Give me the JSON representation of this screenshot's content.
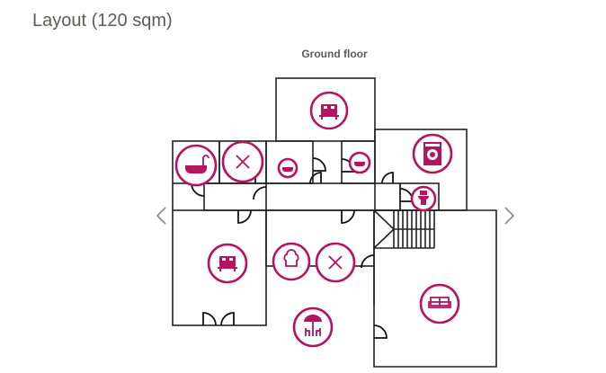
{
  "page": {
    "title": "Layout (120 sqm)",
    "floor_label": "Ground floor"
  },
  "nav": {
    "prev_icon": "chevron-left-icon",
    "next_icon": "chevron-right-icon"
  },
  "colors": {
    "accent": "#b5145f",
    "wall": "#222222",
    "text": "#5f5a5a"
  },
  "rooms": [
    {
      "name": "bedroom-top",
      "icon": "bed-icon"
    },
    {
      "name": "bathroom-left",
      "icon": "bathtub-icon"
    },
    {
      "name": "unused-room",
      "icon": "x-icon"
    },
    {
      "name": "bathroom-small-1",
      "icon": "bathtub-icon"
    },
    {
      "name": "bathroom-small-2",
      "icon": "bathtub-icon"
    },
    {
      "name": "laundry",
      "icon": "washing-machine-icon"
    },
    {
      "name": "toilet",
      "icon": "toilet-icon"
    },
    {
      "name": "bedroom-main",
      "icon": "bed-icon"
    },
    {
      "name": "kitchen",
      "icon": "chef-hat-icon"
    },
    {
      "name": "dining",
      "icon": "fork-knife-icon"
    },
    {
      "name": "terrace",
      "icon": "parasol-table-icon"
    },
    {
      "name": "living-room",
      "icon": "sofa-icon"
    }
  ]
}
